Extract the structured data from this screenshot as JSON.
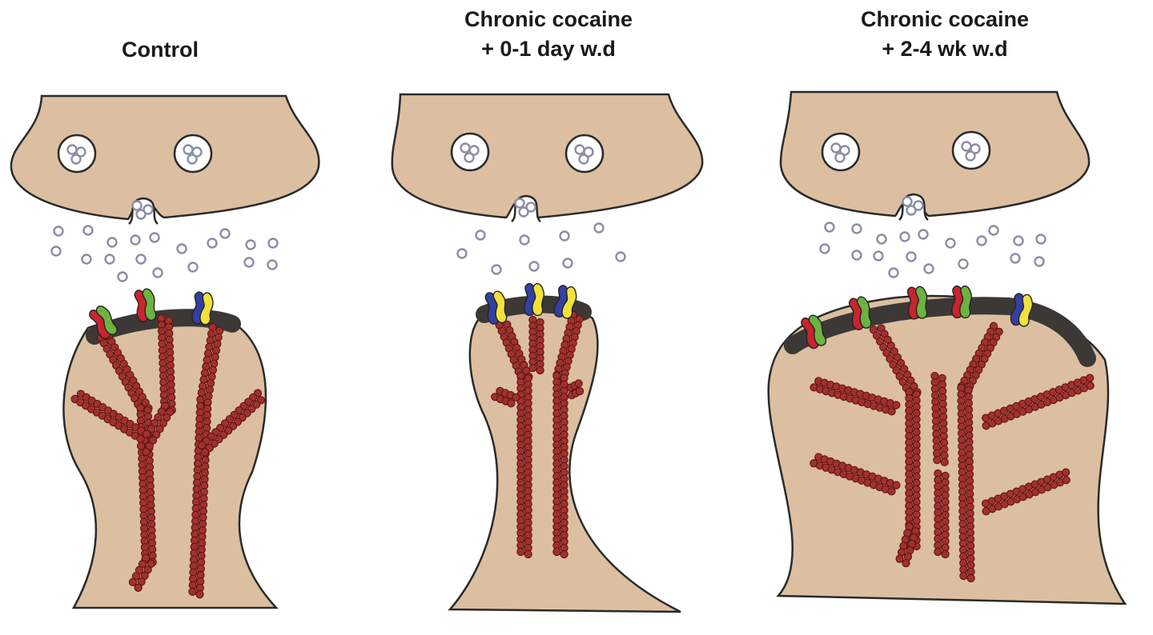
{
  "panels": [
    {
      "id": "control",
      "title_lines": [
        "Control"
      ],
      "receptor_colors": [
        [
          "red",
          "green"
        ],
        [
          "red",
          "green"
        ],
        [
          "blue",
          "yellow"
        ]
      ]
    },
    {
      "id": "cocaine-0-1-day",
      "title_lines": [
        "Chronic cocaine",
        "+ 0-1 day w.d"
      ],
      "receptor_colors": [
        [
          "blue",
          "yellow"
        ],
        [
          "blue",
          "yellow"
        ],
        [
          "blue",
          "yellow"
        ]
      ]
    },
    {
      "id": "cocaine-2-4-wk",
      "title_lines": [
        "Chronic cocaine",
        "+ 2-4 wk w.d"
      ],
      "receptor_colors": [
        [
          "red",
          "green"
        ],
        [
          "red",
          "green"
        ],
        [
          "red",
          "green"
        ],
        [
          "red",
          "green"
        ],
        [
          "blue",
          "yellow"
        ]
      ]
    }
  ],
  "colors": {
    "tissue": "#dcbfa1",
    "outline": "#2a2a2a",
    "psd": "#3c3836",
    "actin": "#a3302c",
    "actin_dark": "#5a1614",
    "vesicle": "#ffffff",
    "neurotransmitter": "#8a8fa6",
    "red": "#c9242f",
    "green": "#6db33f",
    "blue": "#3440a0",
    "yellow": "#f0e23a"
  }
}
